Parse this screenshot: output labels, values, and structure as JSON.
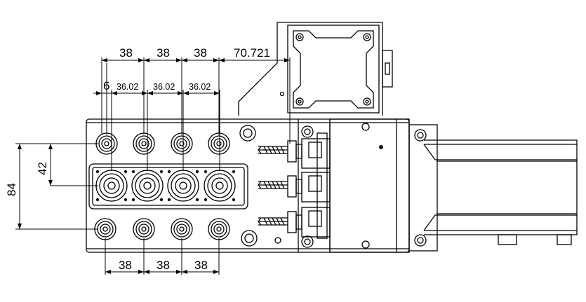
{
  "colors": {
    "stroke": "#000000",
    "background": "#ffffff",
    "fill_dark": "#111111"
  },
  "dimensions": {
    "top_pitch": [
      "38",
      "38",
      "38"
    ],
    "offset_right": "70.721",
    "first_offset": "6",
    "inner_pitch": [
      "36.02",
      "36.02",
      "36.02"
    ],
    "height_outer": "84",
    "height_inner": "42",
    "bottom_pitch": [
      "38",
      "38",
      "38"
    ]
  }
}
